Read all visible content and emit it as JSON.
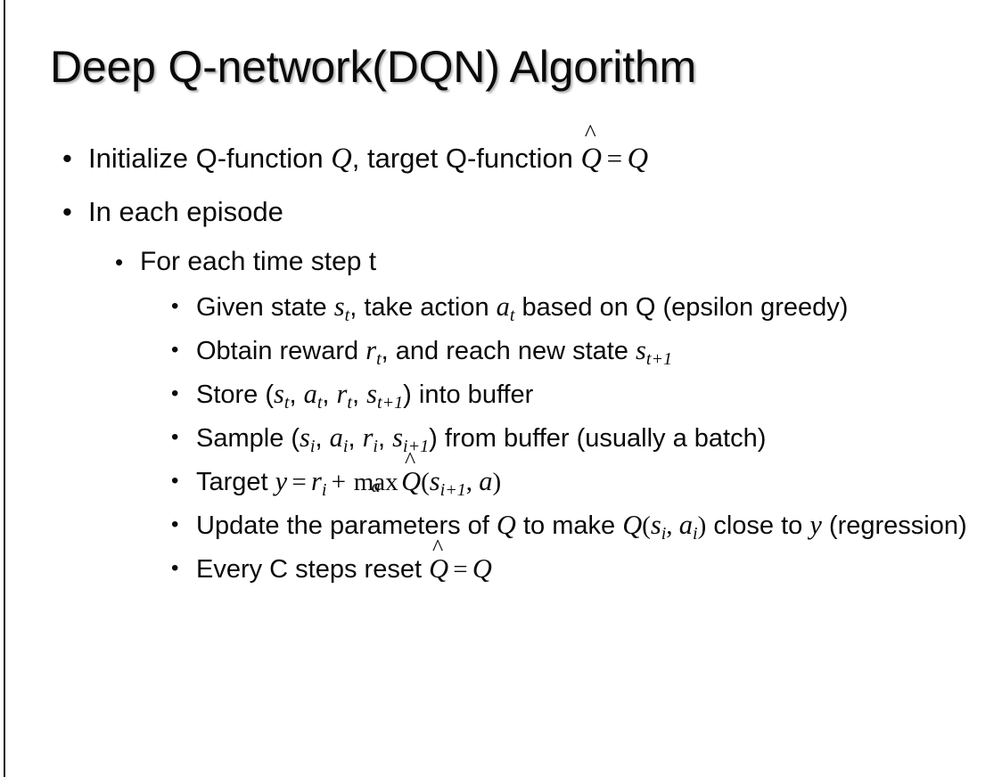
{
  "slide": {
    "title": "Deep Q-network(DQN) Algorithm",
    "background_color": "#ffffff",
    "text_color": "#0a0a0a",
    "rule_color": "#151515",
    "bullet_glyph": "•"
  },
  "bullets": {
    "initialize": {
      "level": 1,
      "pre": "Initialize Q-function ",
      "var_q1": "Q",
      "mid": ", target Q-function ",
      "hat_q": "Q",
      "hat_glyph": "^",
      "equals": "=",
      "var_q2": "Q"
    },
    "in_each_episode": {
      "level": 1,
      "text": "In each episode"
    },
    "for_each_time_step": {
      "level": 2,
      "text": "For each time step t"
    },
    "given_state": {
      "level": 3,
      "pre": "Given state ",
      "s": "s",
      "s_sub": "t",
      "mid": ", take action ",
      "a": "a",
      "a_sub": "t",
      "post": " based on Q (epsilon greedy)"
    },
    "obtain_reward": {
      "level": 3,
      "pre": "Obtain reward ",
      "r": "r",
      "r_sub": "t",
      "mid": ", and reach new state ",
      "s": "s",
      "s_sub": "t+1"
    },
    "store": {
      "level": 3,
      "pre": "Store (",
      "s": "s",
      "s_sub": "t",
      "c1": ", ",
      "a": "a",
      "a_sub": "t",
      "c2": ", ",
      "r": "r",
      "r_sub": "t",
      "c3": ", ",
      "s2": "s",
      "s2_sub": "t+1",
      "post": ") into buffer"
    },
    "sample": {
      "level": 3,
      "pre": "Sample (",
      "s": "s",
      "s_sub": "i",
      "c1": ", ",
      "a": "a",
      "a_sub": "i",
      "c2": ", ",
      "r": "r",
      "r_sub": "i",
      "c3": ", ",
      "s2": "s",
      "s2_sub": "i+1",
      "post": ") from buffer (usually a batch)"
    },
    "target": {
      "level": 3,
      "pre": "Target ",
      "y": "y",
      "equals": "=",
      "r": "r",
      "r_sub": "i",
      "plus": "+",
      "max": "max",
      "max_index": "a",
      "hat_q": "Q",
      "hat_glyph": "^",
      "open": "(",
      "s": "s",
      "s_sub": "i+1",
      "comma": ", ",
      "a": "a",
      "close": ")"
    },
    "update": {
      "level": 3,
      "pre": "Update the parameters of ",
      "q1": "Q",
      "mid": " to make ",
      "q2": "Q",
      "open": "(",
      "s": "s",
      "s_sub": "i",
      "comma": ", ",
      "a": "a",
      "a_sub": "i",
      "close": ")",
      "post": " close to ",
      "y": "y",
      "tail": " (regression)"
    },
    "reset": {
      "level": 3,
      "pre": "Every C steps reset ",
      "hat_q": "Q",
      "hat_glyph": "^",
      "equals": "=",
      "q": "Q"
    }
  }
}
